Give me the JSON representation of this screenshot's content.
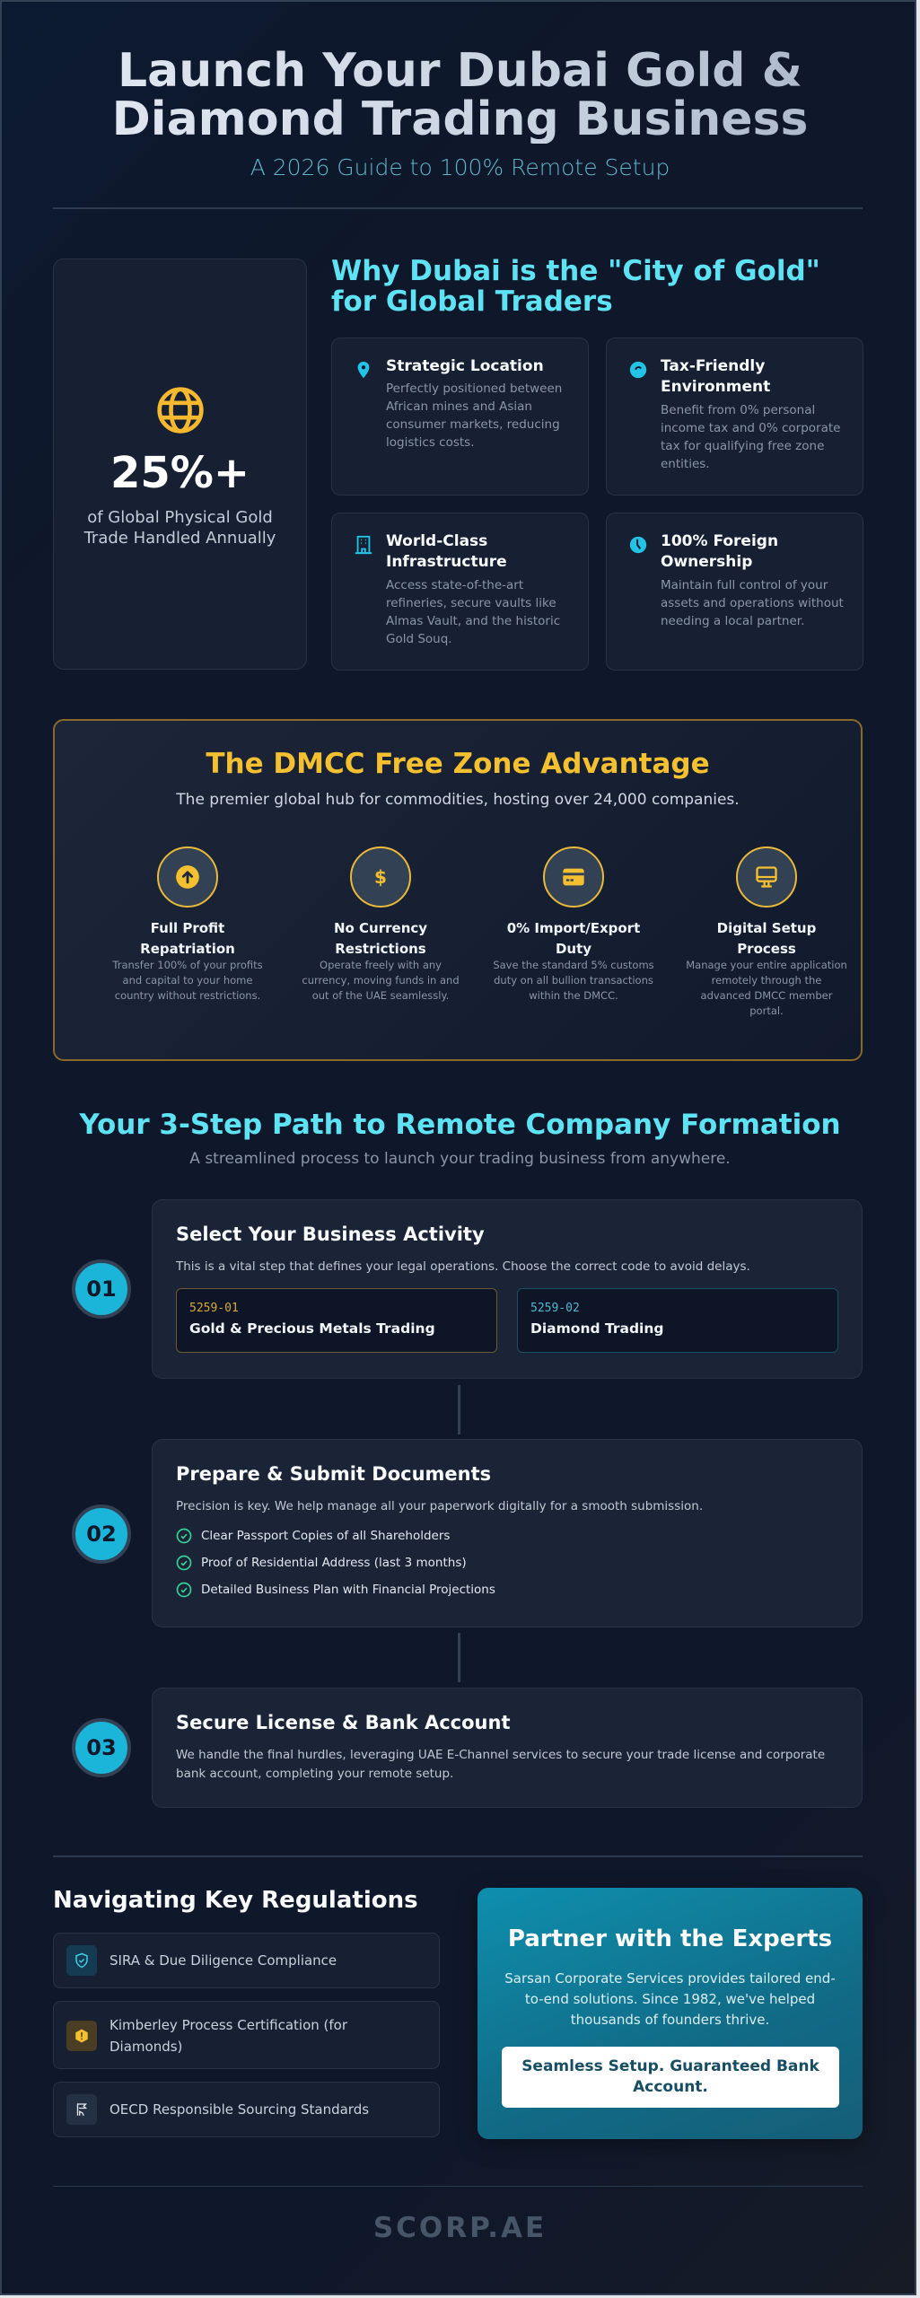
{
  "header": {
    "title_line1": "Launch Your Dubai Gold &",
    "title_line2": "Diamond Trading Business",
    "subtitle": "A 2026 Guide to 100% Remote Setup"
  },
  "stat": {
    "icon": "globe-icon",
    "value": "25%+",
    "label": "of Global Physical Gold Trade Handled Annually"
  },
  "why": {
    "title": "Why Dubai is the \"City of Gold\" for Global Traders",
    "features": [
      {
        "icon": "map-pin-icon",
        "title": "Strategic Location",
        "desc": "Perfectly positioned between African mines and Asian consumer markets, reducing logistics costs."
      },
      {
        "icon": "coin-icon",
        "title": "Tax-Friendly Environment",
        "desc": "Benefit from 0% personal income tax and 0% corporate tax for qualifying free zone entities."
      },
      {
        "icon": "building-icon",
        "title": "World-Class Infrastructure",
        "desc": "Access state-of-the-art refineries, secure vaults like Almas Vault, and the historic Gold Souq."
      },
      {
        "icon": "clock-icon",
        "title": "100% Foreign Ownership",
        "desc": "Maintain full control of your assets and operations without needing a local partner."
      }
    ]
  },
  "dmcc": {
    "title": "The DMCC Free Zone Advantage",
    "subtitle": "The premier global hub for commodities, hosting over 24,000 companies.",
    "advantages": [
      {
        "icon": "arrow-up-circle-icon",
        "title": "Full Profit Repatriation",
        "desc": "Transfer 100% of your profits and capital to your home country without restrictions."
      },
      {
        "icon": "dollar-icon",
        "title": "No Currency Restrictions",
        "desc": "Operate freely with any currency, moving funds in and out of the UAE seamlessly."
      },
      {
        "icon": "credit-card-icon",
        "title": "0% Import/Export Duty",
        "desc": "Save the standard 5% customs duty on all bullion transactions within the DMCC."
      },
      {
        "icon": "monitor-icon",
        "title": "Digital Setup Process",
        "desc": "Manage your entire application remotely through the advanced DMCC member portal."
      }
    ]
  },
  "steps": {
    "title": "Your 3-Step Path to Remote Company Formation",
    "subtitle": "A streamlined process to launch your trading business from anywhere.",
    "items": [
      {
        "number": "01",
        "title": "Select Your Business Activity",
        "desc": "This is a vital step that defines your legal operations. Choose the correct code to avoid delays.",
        "codes": [
          {
            "code": "5259-01",
            "name": "Gold & Precious Metals Trading"
          },
          {
            "code": "5259-02",
            "name": "Diamond Trading"
          }
        ]
      },
      {
        "number": "02",
        "title": "Prepare & Submit Documents",
        "desc": "Precision is key. We help manage all your paperwork digitally for a smooth submission.",
        "checklist": [
          "Clear Passport Copies of all Shareholders",
          "Proof of Residential Address (last 3 months)",
          "Detailed Business Plan with Financial Projections"
        ]
      },
      {
        "number": "03",
        "title": "Secure License & Bank Account",
        "desc": "We handle the final hurdles, leveraging UAE E-Channel services to secure your trade license and corporate bank account, completing your remote setup."
      }
    ]
  },
  "regulations": {
    "title": "Navigating Key Regulations",
    "items": [
      {
        "icon": "shield-check-icon",
        "label": "SIRA & Due Diligence Compliance"
      },
      {
        "icon": "warning-hexagon-icon",
        "label": "Kimberley Process Certification (for Diamonds)"
      },
      {
        "icon": "flag-icon",
        "label": "OECD Responsible Sourcing Standards"
      }
    ]
  },
  "partner": {
    "title": "Partner with the Experts",
    "desc": "Sarsan Corporate Services provides tailored end-to-end solutions. Since 1982, we've helped thousands of founders thrive.",
    "cta": "Seamless Setup. Guaranteed Bank Account."
  },
  "footer": {
    "logo": "SCORP.AE"
  },
  "colors": {
    "background": "#0f172a",
    "accent_cyan": "#5ee3f5",
    "accent_gold": "#f5c030",
    "card": "#172033",
    "check_green": "#34d399"
  }
}
